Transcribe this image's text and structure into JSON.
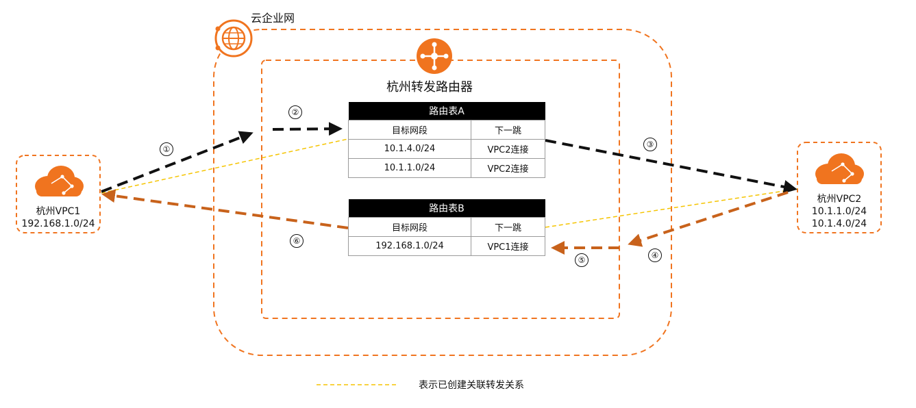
{
  "cen": {
    "title": "云企业网",
    "icon": "globe-icon"
  },
  "router": {
    "title": "杭州转发路由器",
    "icon": "router-icon"
  },
  "vpc1": {
    "name": "杭州VPC1",
    "cidrs": [
      "192.168.1.0/24"
    ],
    "icon": "cloud-icon"
  },
  "vpc2": {
    "name": "杭州VPC2",
    "cidrs": [
      "10.1.1.0/24",
      "10.1.4.0/24"
    ],
    "icon": "cloud-icon"
  },
  "route_table_a": {
    "title": "路由表A",
    "headers": [
      "目标网段",
      "下一跳"
    ],
    "rows": [
      [
        "10.1.4.0/24",
        "VPC2连接"
      ],
      [
        "10.1.1.0/24",
        "VPC2连接"
      ]
    ]
  },
  "route_table_b": {
    "title": "路由表B",
    "headers": [
      "目标网段",
      "下一跳"
    ],
    "rows": [
      [
        "192.168.1.0/24",
        "VPC1连接"
      ]
    ]
  },
  "steps": [
    "①",
    "②",
    "③",
    "④",
    "⑤",
    "⑥"
  ],
  "legend": {
    "text": "表示已创建关联转发关系"
  },
  "colors": {
    "orange": "#f0741f",
    "brown_arrow": "#c8621b",
    "black_arrow": "#111111",
    "association_line": "#f5c400"
  }
}
